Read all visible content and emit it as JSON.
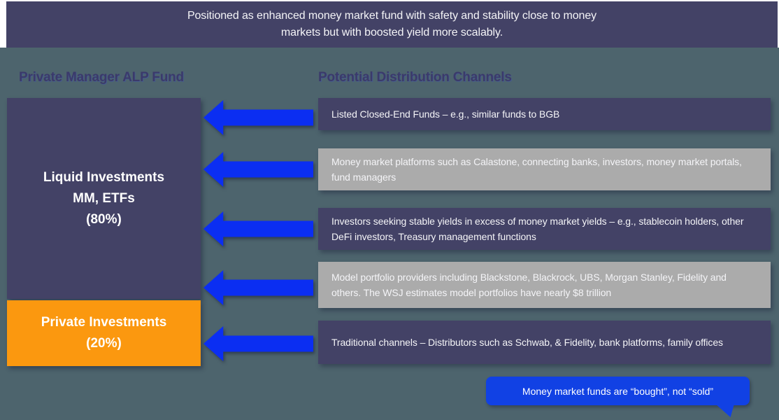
{
  "banner": {
    "line1": "Positioned as enhanced money market fund with safety and stability close to money",
    "line2": "markets but with boosted yield more scalably."
  },
  "left_column": {
    "header": "Private Manager ALP Fund",
    "liquid_box": {
      "line1": "Liquid Investments",
      "line2": "MM, ETFs",
      "line3": "(80%)",
      "allocation_percent": "80%"
    },
    "private_box": {
      "line1": "Private Investments",
      "line2": "(20%)",
      "allocation_percent": "20%"
    }
  },
  "right_column": {
    "header": "Potential Distribution Channels",
    "channels": [
      {
        "text": "Listed Closed-End Funds – e.g., similar funds to BGB",
        "variant": "dark"
      },
      {
        "text": "Money market platforms such as Calastone, connecting banks, investors, money market portals, fund managers",
        "variant": "gray"
      },
      {
        "text": "Investors seeking stable yields in excess of money market yields – e.g., stablecoin holders, other DeFi investors, Treasury management functions",
        "variant": "dark"
      },
      {
        "text": "Model portfolio providers including Blackstone, Blackrock, UBS, Morgan Stanley, Fidelity and others.  The WSJ estimates model portfolios have nearly $8 trillion",
        "variant": "gray"
      },
      {
        "text": "Traditional channels – Distributors such as Schwab, & Fidelity, bank platforms, family offices",
        "variant": "dark"
      }
    ]
  },
  "callout": {
    "text": "Money market funds are “bought”, not “sold”"
  },
  "colors": {
    "bg_teal": "#4d646d",
    "slate": "#434266",
    "gray_box": "#ababab",
    "orange": "#fb980f",
    "arrow_blue": "#0b2ef2",
    "callout_blue": "#1141e4",
    "header_text": "#3b3a6b",
    "text_light": "#f4f4f7"
  }
}
